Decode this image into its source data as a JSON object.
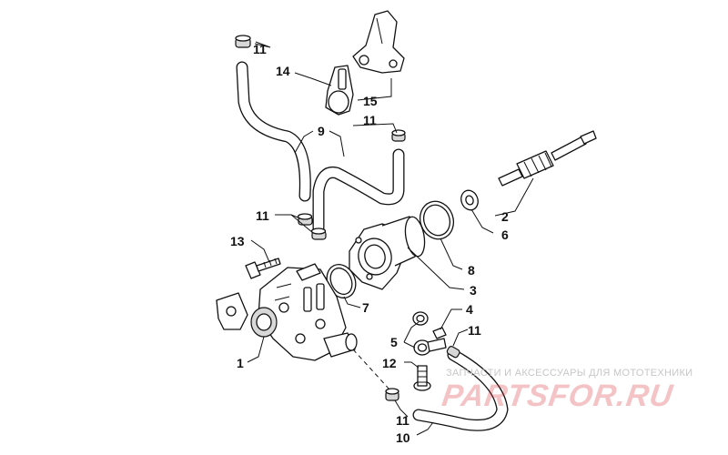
{
  "watermark": {
    "subtitle": "ЗАПЧАСТИ И АКСЕССУАРЫ ДЛЯ МОТОТЕХНИКИ",
    "brand": "PARTSFOR.RU",
    "brand_color": "#d72832"
  },
  "callouts": {
    "c1": "1",
    "c2": "2",
    "c3": "3",
    "c4": "4",
    "c5": "5",
    "c6": "6",
    "c7": "7",
    "c8": "8",
    "c9": "9",
    "c10": "10",
    "c11a": "11",
    "c11b": "11",
    "c11c": "11",
    "c11d": "11",
    "c11e": "11",
    "c12": "12",
    "c13": "13",
    "c14": "14",
    "c15": "15"
  }
}
